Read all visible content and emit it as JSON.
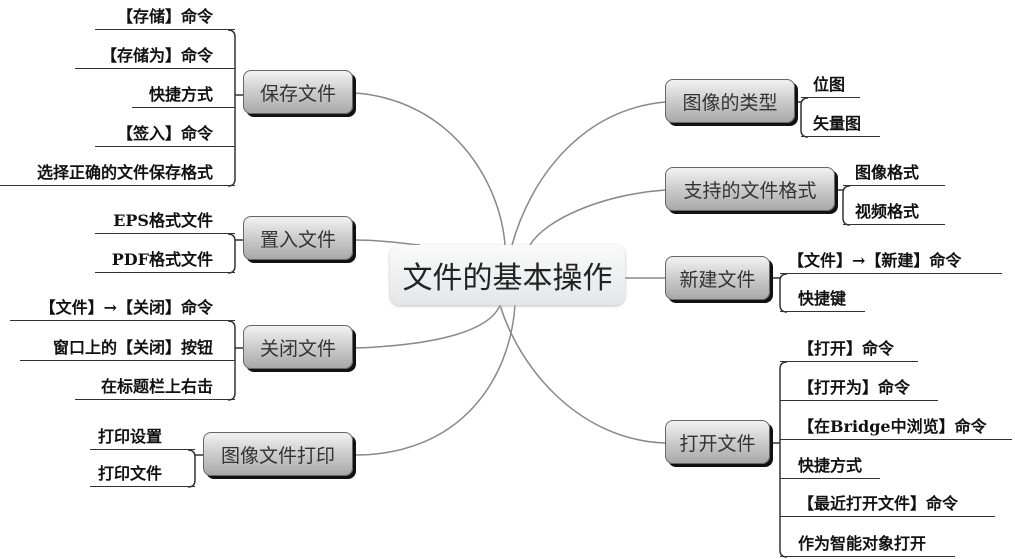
{
  "center": "文件的基本操作",
  "left": [
    {
      "label": "保存文件",
      "items": [
        "【存储】命令",
        "【存储为】命令",
        "快捷方式",
        "【签入】命令",
        "选择正确的文件保存格式"
      ]
    },
    {
      "label": "置入文件",
      "items": [
        "EPS格式文件",
        "PDF格式文件"
      ]
    },
    {
      "label": "关闭文件",
      "items": [
        "【文件】→【关闭】命令",
        "窗口上的【关闭】按钮",
        "在标题栏上右击"
      ]
    },
    {
      "label": "图像文件打印",
      "items": [
        "打印设置",
        "打印文件"
      ]
    }
  ],
  "right": [
    {
      "label": "图像的类型",
      "items": [
        "位图",
        "矢量图"
      ]
    },
    {
      "label": "支持的文件格式",
      "items": [
        "图像格式",
        "视频格式"
      ]
    },
    {
      "label": "新建文件",
      "items": [
        "【文件】→【新建】命令",
        "快捷键"
      ]
    },
    {
      "label": "打开文件",
      "items": [
        "【打开】命令",
        "【打开为】命令",
        "【在Bridge中浏览】命令",
        "快捷方式",
        "【最近打开文件】命令",
        "作为智能对象打开"
      ]
    }
  ]
}
